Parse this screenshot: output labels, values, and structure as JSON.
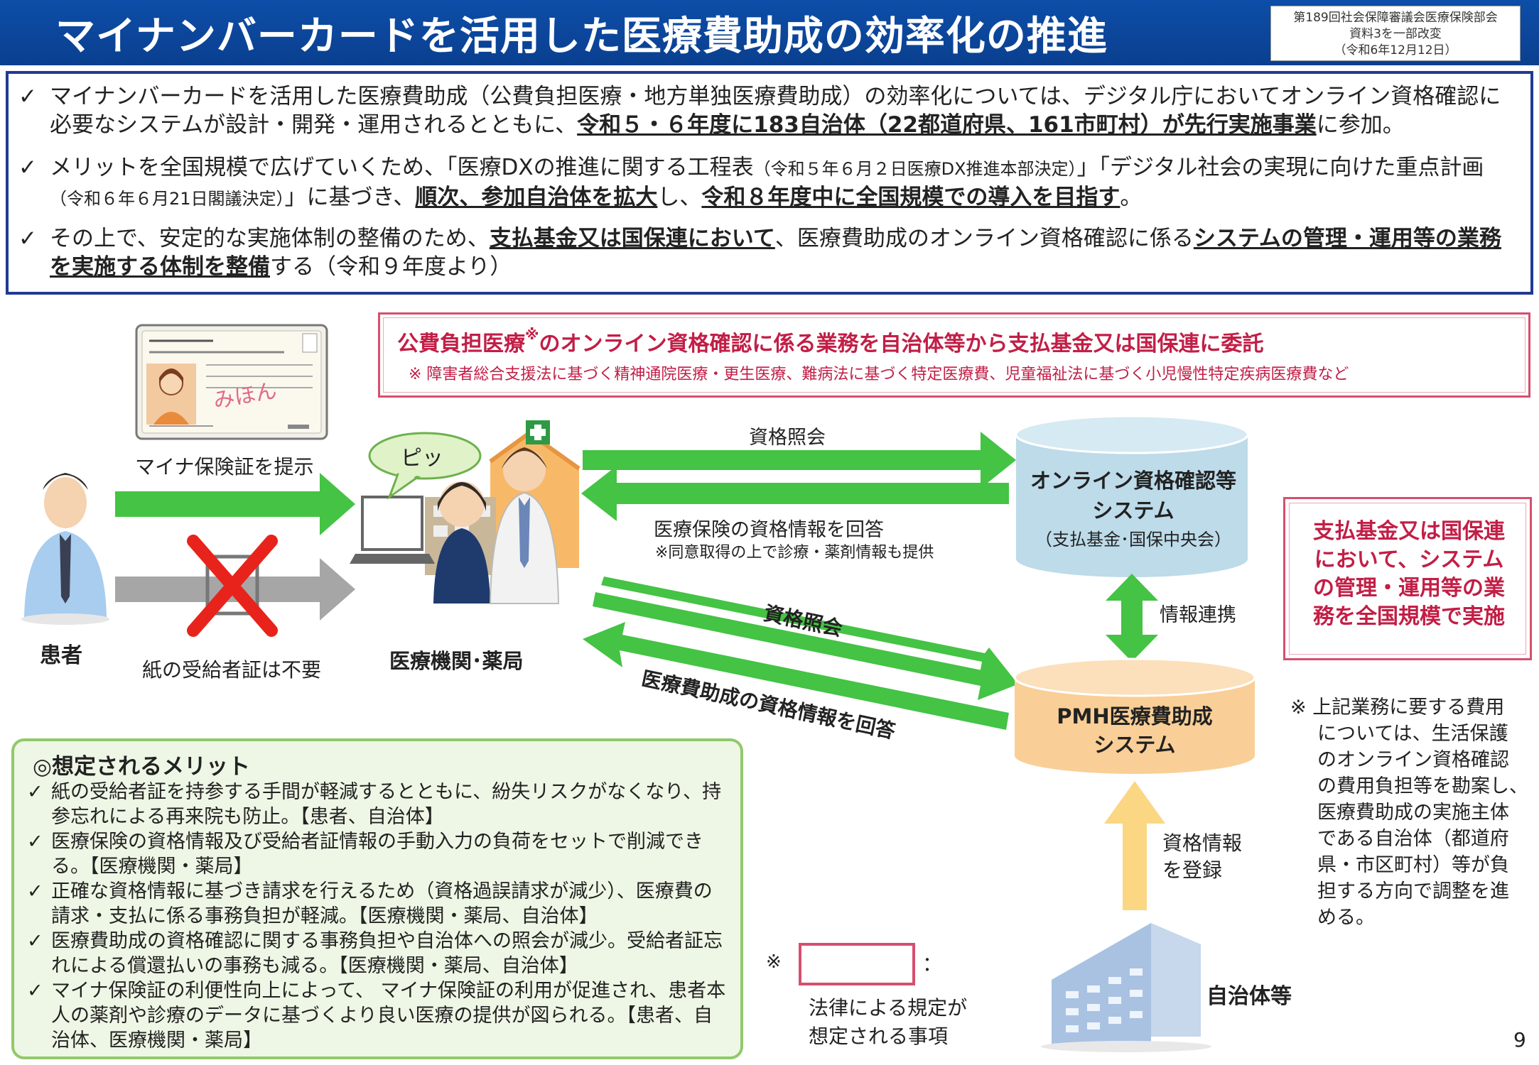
{
  "header": {
    "title": "マイナンバーカードを活用した医療費助成の効率化の推進",
    "source_line1": "第189回社会保障審議会医療保険部会",
    "source_line2": "資料3を一部改変",
    "source_line3": "（令和6年12月12日）"
  },
  "summary": {
    "check": "✓",
    "item1_a": "マイナンバーカードを活用した医療費助成（公費負担医療・地方単独医療費助成）の効率化については、デジタル庁においてオンライン資格確認に必要なシステムが設計・開発・運用されるとともに、",
    "item1_b": "令和５・６年度に183自治体（22都道府県、161市町村）が先行実施事業",
    "item1_c": "に参加。",
    "item2_a": "メリットを全国規模で広げていくため、「医療DXの推進に関する工程表",
    "item2_b": "（令和５年６月２日医療DX推進本部決定）",
    "item2_c": "」「デジタル社会の実現に向けた重点計画",
    "item2_d": "（令和６年６月21日閣議決定）",
    "item2_e": "」に基づき、",
    "item2_f": "順次、参加自治体を拡大",
    "item2_g": "し、",
    "item2_h": "令和８年度中に全国規模での導入を目指す",
    "item2_i": "。",
    "item3_a": "その上で、安定的な実施体制の整備のため、",
    "item3_b": "支払基金又は国保連において",
    "item3_c": "、医療費助成のオンライン資格確認に係る",
    "item3_d": "システムの管理・運用等の業務を実施する体制を整備",
    "item3_e": "する（令和９年度より）"
  },
  "delegation": {
    "title_a": "公費負担医療",
    "title_mark": "※",
    "title_b": "のオンライン資格確認に係る業務を自治体等から支払基金又は国保連に委託",
    "note": "※ 障害者総合支援法に基づく精神通院医療・更生医療、難病法に基づく特定医療費、児童福祉法に基づく小児慢性特定疾病医療費など"
  },
  "diagram": {
    "card_text": "みほん",
    "present_card": "マイナ保険証を提示",
    "patient": "患者",
    "no_paper": "紙の受給者証は不要",
    "beep": "ピッ",
    "clinic": "医療機関･薬局",
    "query1": "資格照会",
    "reply1": "医療保険の資格情報を回答",
    "reply1_note": "※同意取得の上で診療・薬剤情報も提供",
    "online_system_1": "オンライン資格確認等",
    "online_system_2": "システム",
    "online_system_3": "（支払基金･国保中央会）",
    "link": "情報連携",
    "query2": "資格照会",
    "reply2": "医療費助成の資格情報を回答",
    "pmh_1": "PMH医療費助成",
    "pmh_2": "システム",
    "register_1": "資格情報",
    "register_2": "を登録",
    "municipality": "自治体等",
    "legend_mark": "※",
    "legend_colon": "：",
    "legend_1": "法律による規定が",
    "legend_2": "想定される事項"
  },
  "nation_box": {
    "l1": "支払基金又は国保連",
    "l2": "において、システム",
    "l3": "の管理・運用等の業",
    "l4": "務を全国規模で実施"
  },
  "cost_note": {
    "l1": "※ 上記業務に要する費用",
    "l2": "については、生活保護",
    "l3": "のオンライン資格確認",
    "l4": "の費用負担等を勘案し、",
    "l5": "医療費助成の実施主体",
    "l6": "である自治体（都道府",
    "l7": "県・市区町村）等が負",
    "l8": "担する方向で調整を進",
    "l9": "める。"
  },
  "merits": {
    "title": "◎想定されるメリット",
    "check": "✓",
    "m1": "紙の受給者証を持参する手間が軽減するとともに、紛失リスクがなくなり、持参忘れによる再来院も防止。【患者、自治体】",
    "m2": "医療保険の資格情報及び受給者証情報の手動入力の負荷をセットで削減できる。【医療機関・薬局】",
    "m3": "正確な資格情報に基づき請求を行えるため（資格過誤請求が減少）、医療費の請求・支払に係る事務負担が軽減。【医療機関・薬局、自治体】",
    "m4": "医療費助成の資格確認に関する事務負担や自治体への照会が減少。受給者証忘れによる償還払いの事務も減る。【医療機関・薬局、自治体】",
    "m5": "マイナ保険証の利便性向上によって、 マイナ保険証の利用が促進され、患者本人の薬剤や診療のデータに基づくより良い医療の提供が図られる。【患者、自治体、医療機関・薬局】"
  },
  "page_number": "9",
  "colors": {
    "header_blue": "#0d4ea8",
    "arrow_green": "#44c344",
    "accent_pink": "#c21e46",
    "online_cyl": "#bddbe9",
    "pmh_cyl": "#f9cf97",
    "merit_bg": "#eef7e5"
  }
}
